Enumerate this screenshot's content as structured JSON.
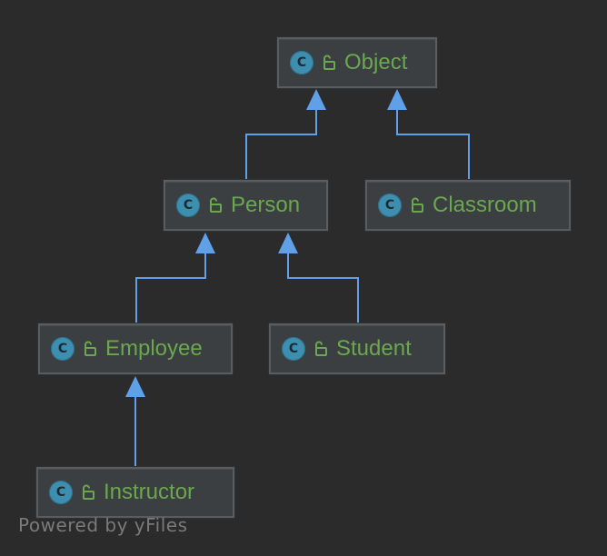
{
  "diagram": {
    "nodes": [
      {
        "id": "object",
        "label": "Object",
        "icon": "class-icon",
        "visibility_icon": "lock-open-icon"
      },
      {
        "id": "person",
        "label": "Person",
        "icon": "class-icon",
        "visibility_icon": "lock-open-icon"
      },
      {
        "id": "classroom",
        "label": "Classroom",
        "icon": "class-icon",
        "visibility_icon": "lock-open-icon"
      },
      {
        "id": "employee",
        "label": "Employee",
        "icon": "class-icon",
        "visibility_icon": "lock-open-icon"
      },
      {
        "id": "student",
        "label": "Student",
        "icon": "class-icon",
        "visibility_icon": "lock-open-icon"
      },
      {
        "id": "instructor",
        "label": "Instructor",
        "icon": "class-icon",
        "visibility_icon": "lock-open-icon"
      }
    ],
    "edges": [
      {
        "from": "person",
        "to": "object",
        "type": "inheritance"
      },
      {
        "from": "classroom",
        "to": "object",
        "type": "inheritance"
      },
      {
        "from": "employee",
        "to": "person",
        "type": "inheritance"
      },
      {
        "from": "student",
        "to": "person",
        "type": "inheritance"
      },
      {
        "from": "instructor",
        "to": "employee",
        "type": "inheritance"
      }
    ],
    "class_icon_letter": "C",
    "watermark": "Powered by yFiles"
  },
  "colors": {
    "background": "#2b2b2b",
    "node_fill": "#3c3f41",
    "node_border": "#5a5d5f",
    "label": "#6aa84f",
    "edge": "#5fa0e8",
    "class_icon": "#3d8fb0",
    "watermark": "#7a7a7a"
  }
}
